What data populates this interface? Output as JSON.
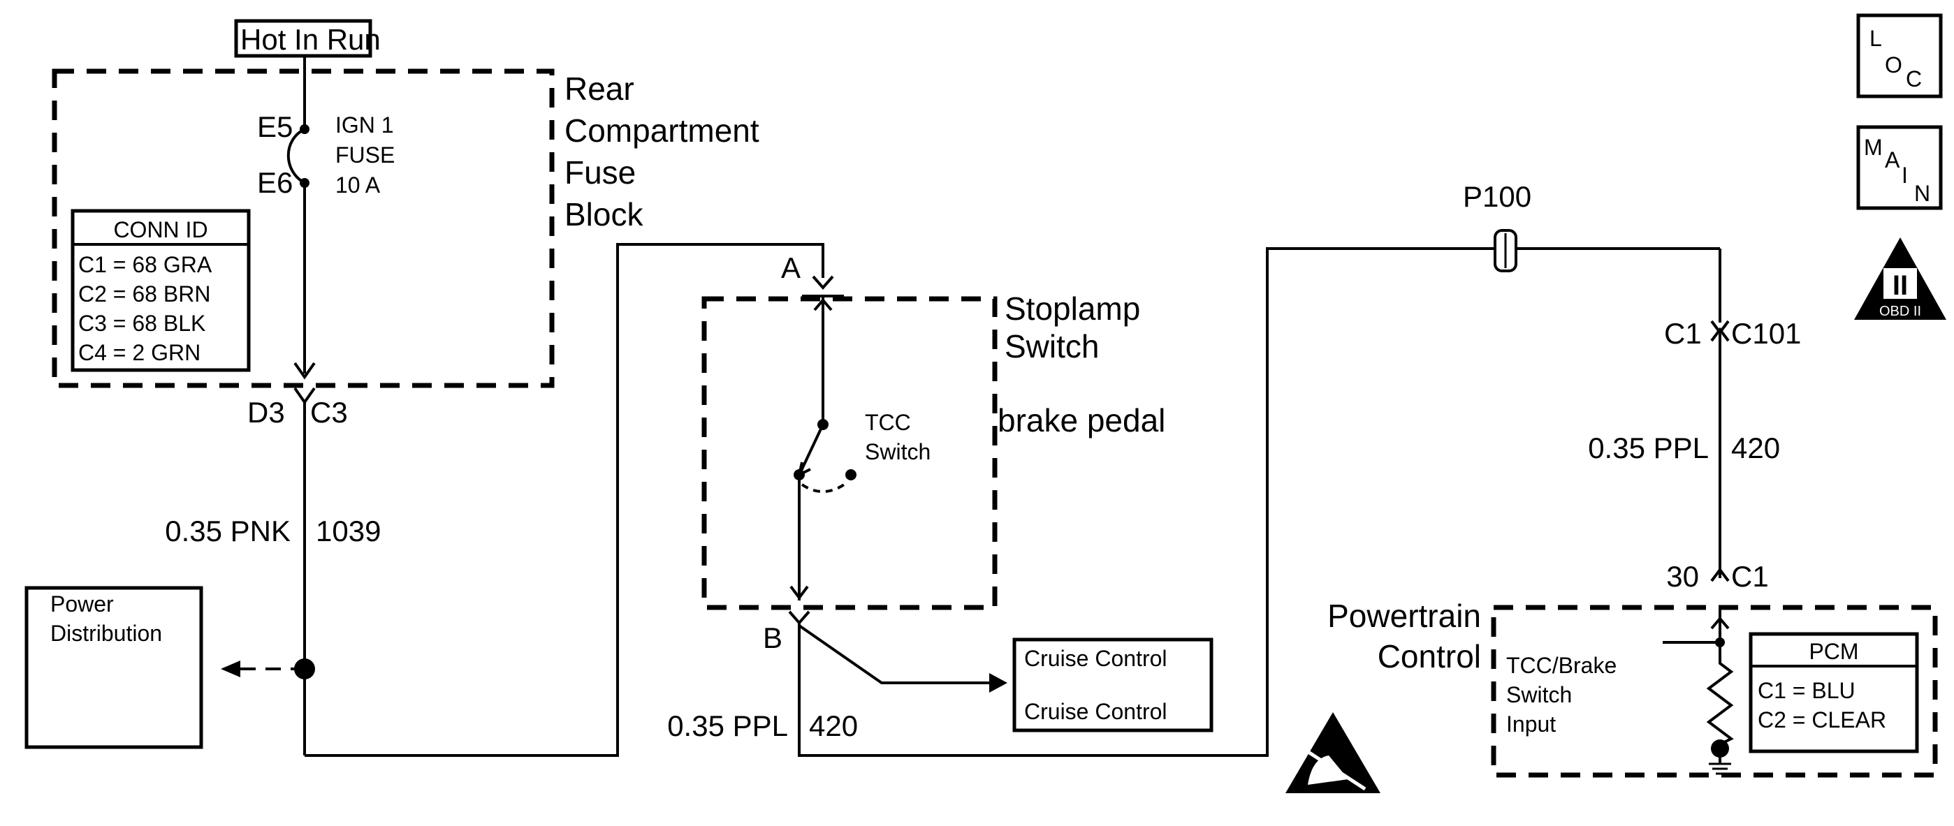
{
  "power_source": {
    "label": "Hot In Run"
  },
  "fuse_block": {
    "name_lines": [
      "Rear",
      "Compartment",
      "Fuse",
      "Block"
    ],
    "fuse": {
      "terminal_in": "E5",
      "terminal_out": "E6",
      "lines": [
        "IGN 1",
        "FUSE",
        "10 A"
      ]
    },
    "conn_id": {
      "title": "CONN ID",
      "rows": [
        "C1 = 68 GRA",
        "C2 = 68 BRN",
        "C3 = 68 BLK",
        "C4 = 2 GRN"
      ]
    },
    "connector": {
      "pin": "D3",
      "conn": "C3"
    }
  },
  "wire_1039": {
    "gauge_color": "0.35 PNK",
    "circuit": "1039"
  },
  "power_distribution": {
    "lines": [
      "Power",
      "Distribution"
    ]
  },
  "stoplamp_switch": {
    "name_lines": [
      "Stoplamp",
      "Switch"
    ],
    "note": "brake pedal",
    "terminal_a": "A",
    "terminal_b": "B",
    "tcc_switch_lines": [
      "TCC",
      "Switch"
    ]
  },
  "wire_420_lower": {
    "gauge_color": "0.35 PPL",
    "circuit": "420"
  },
  "cruise_control": {
    "label_1": "Cruise Control",
    "label_2": "Cruise Control"
  },
  "splice": {
    "label": "P100"
  },
  "inline_connector": {
    "pin": "C1",
    "conn": "C101"
  },
  "wire_420_right": {
    "gauge_color": "0.35 PPL",
    "circuit": "420"
  },
  "pcm_connector": {
    "pin": "30",
    "conn": "C1"
  },
  "pcm_module": {
    "name_lines": [
      "Powertrain",
      "Control"
    ],
    "input_lines": [
      "TCC/Brake",
      "Switch",
      "Input"
    ],
    "table_title": "PCM",
    "table_rows": [
      "C1 = BLU",
      "C2 = CLEAR"
    ]
  },
  "nav": {
    "loc": {
      "letters": [
        "L",
        "O",
        "C"
      ]
    },
    "main": {
      "letters": [
        "M",
        "A",
        "I",
        "N"
      ]
    },
    "obd": {
      "numeral": "II",
      "caption": "OBD II"
    }
  }
}
